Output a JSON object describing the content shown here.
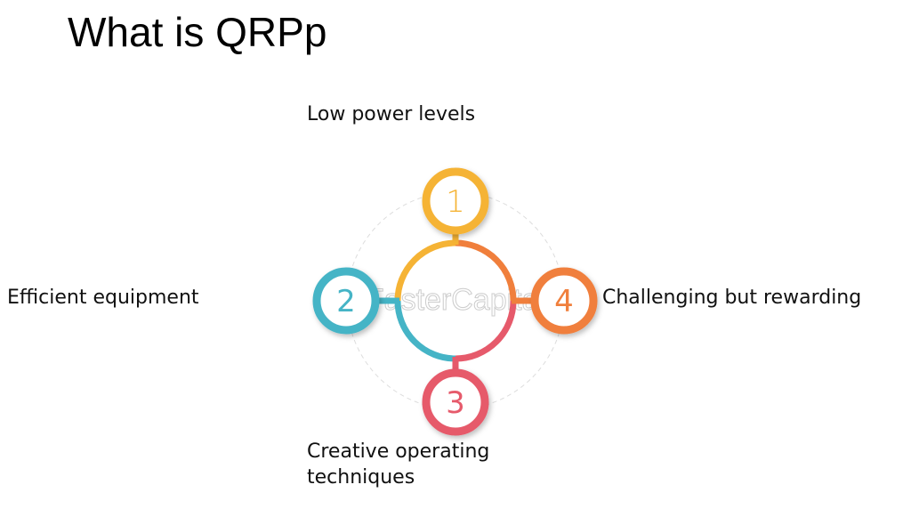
{
  "slide": {
    "title": "What is QRPp",
    "watermark": "FasterCapital",
    "items": [
      {
        "number": "1",
        "label": "Low power levels",
        "color": "#F5B335"
      },
      {
        "number": "2",
        "label": "Efficient equipment",
        "color": "#45B4C6"
      },
      {
        "number": "3",
        "label": "Creative operating",
        "label_line2": "techniques",
        "color": "#E65A6B"
      },
      {
        "number": "4",
        "label": "Challenging but rewarding",
        "color": "#F07F3C"
      }
    ]
  }
}
